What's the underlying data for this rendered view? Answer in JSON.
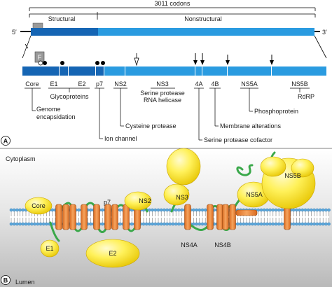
{
  "genome": {
    "codons": "3011 codons",
    "five_prime": "5′",
    "three_prime": "3′",
    "structural": "Structural",
    "nonstructural": "Nonstructural",
    "f_label": "F"
  },
  "proteins": {
    "core": "Core",
    "e1": "E1",
    "e2": "E2",
    "glycoproteins": "Glycoproteins",
    "p7": "p7",
    "ns2": "NS2",
    "ns3": "NS3",
    "serine_protease": "Serine protease",
    "rna_helicase": "RNA helicase",
    "ns4a": "4A",
    "ns4b": "4B",
    "ns5a": "NS5A",
    "ns5b": "NS5B",
    "rdrp": "RdRP"
  },
  "functions": {
    "genome_encapsidation_1": "Genome",
    "genome_encapsidation_2": "encapsidation",
    "cysteine_protease": "Cysteine protease",
    "ion_channel": "Ion channel",
    "serine_protease_cofactor": "Serine protease cofactor",
    "membrane_alterations": "Membrane alterations",
    "phosphoprotein": "Phosphoprotein"
  },
  "panel_a": "A",
  "panel_b": "B",
  "membrane": {
    "cytoplasm": "Cytoplasm",
    "lumen": "Lumen",
    "core": "Core",
    "p7": "p7",
    "ns2": "NS2",
    "ns3": "NS3",
    "ns5a": "NS5A",
    "ns5b": "NS5B",
    "e1": "E1",
    "e2": "E2",
    "ns4a": "NS4A",
    "ns4b": "NS4B"
  },
  "colors": {
    "genome_dark": "#1565b4",
    "genome_light": "#2a9be0",
    "protein_yellow": "#ffeb2a",
    "helix_orange": "#f08a3a",
    "loop_green": "#3aa84a",
    "bilayer_blue": "#5aa6da"
  }
}
